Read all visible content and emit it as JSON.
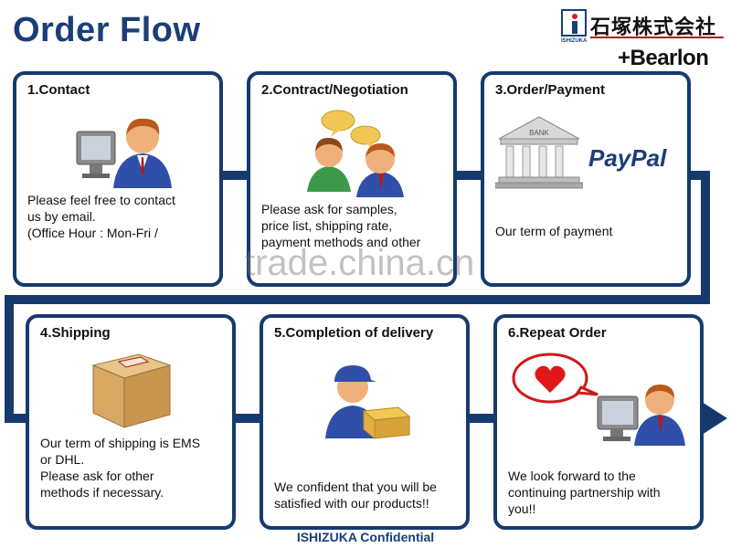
{
  "header": {
    "title": "Order Flow",
    "logo_jp": "石塚株式会社",
    "logo_sub": "ISHIZUKA",
    "logo_brand": "Bearlon"
  },
  "steps": [
    {
      "title": "1.Contact",
      "body": [
        "Please feel free to contact",
        "us by email.",
        "(Office Hour : Mon-Fri /"
      ],
      "icon": "person-computer-icon"
    },
    {
      "title": "2.Contract/Negotiation",
      "body": [
        "Please ask for samples,",
        "price list, shipping rate,",
        "payment methods and other"
      ],
      "icon": "people-talking-icon"
    },
    {
      "title": "3.Order/Payment",
      "body": [
        "Our term of payment"
      ],
      "icon": "bank-icon",
      "bank_label": "BANK",
      "paypal": "PayPal"
    },
    {
      "title": "4.Shipping",
      "body": [
        "Our term of shipping is EMS",
        "or DHL.",
        "Please ask for other",
        "methods if necessary."
      ],
      "icon": "package-box-icon"
    },
    {
      "title": "5.Completion of delivery",
      "body": [
        "We confident that you will be",
        "satisfied with our products!!"
      ],
      "icon": "delivery-man-icon"
    },
    {
      "title": "6.Repeat Order",
      "body": [
        "We look forward to the",
        "continuing partnership with",
        "you!!"
      ],
      "icon": "heart-computer-icon"
    }
  ],
  "watermark": "trade.china.cn",
  "footer": "ISHIZUKA Confidential",
  "colors": {
    "title": "#1b3e78",
    "frame": "#163a6e",
    "heart": "#e01818",
    "paypal_dark": "#1b3e78",
    "paypal_light": "#2a8ad6"
  }
}
